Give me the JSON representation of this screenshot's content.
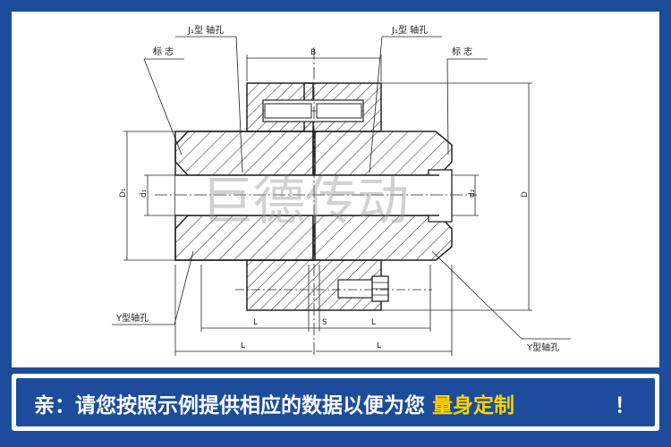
{
  "drawing": {
    "callouts": {
      "j_bore_left": "J₁型 轴孔",
      "j_bore_right": "J₁型 轴孔",
      "mark_left": "标 志",
      "mark_right": "标 志",
      "y_bore_left": "Y型轴孔",
      "y_bore_right": "Y型轴孔"
    },
    "dimensions": {
      "B": "B",
      "D1": "D₁",
      "d1": "d₁",
      "d2": "d₂",
      "D": "D",
      "L_inner_left": "L",
      "S": "S",
      "L_inner_right": "L",
      "L_outer_left": "L",
      "L_outer_right": "L"
    },
    "watermark": "巨德传动"
  },
  "banner": {
    "text": "亲：请您按照示例提供相应的数据以便为您",
    "highlight": "量身定制",
    "exclamation": "！"
  },
  "colors": {
    "frame_blue": "#1d4c9c",
    "highlight_yellow": "#ffd200"
  }
}
